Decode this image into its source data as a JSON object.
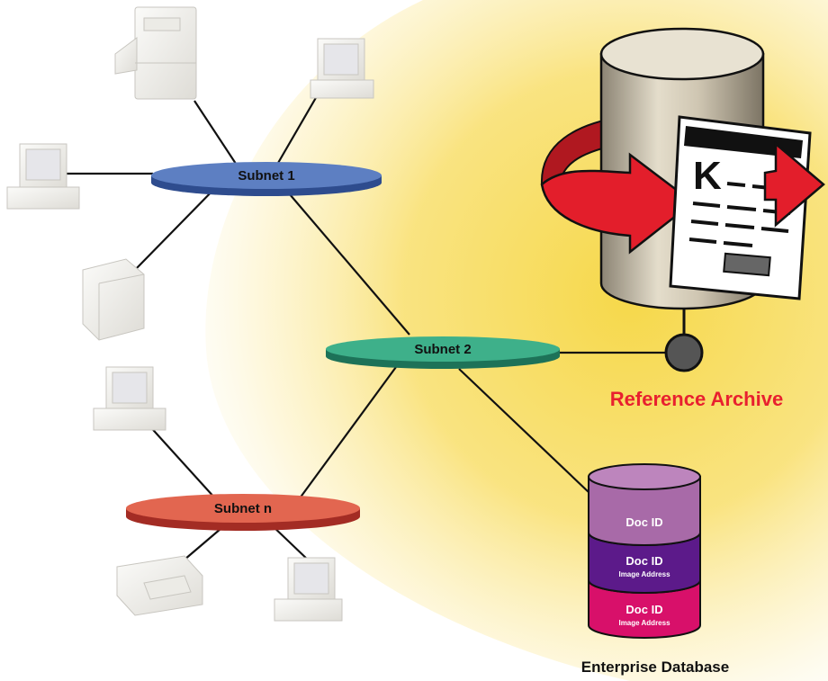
{
  "subnets": [
    {
      "label": "Subnet 1"
    },
    {
      "label": "Subnet 2"
    },
    {
      "label": "Subnet n"
    }
  ],
  "archive": {
    "caption": "Reference Archive",
    "document_letter": "K"
  },
  "database": {
    "caption": "Enterprise Database",
    "segments": [
      {
        "label": "Doc ID",
        "sublabel": ""
      },
      {
        "label": "Doc ID",
        "sublabel": "Image Address"
      },
      {
        "label": "Doc ID",
        "sublabel": "Image Address"
      }
    ]
  },
  "colors": {
    "subnet_1": "#4a6bb0",
    "subnet_2": "#2a9a78",
    "subnet_n": "#d24a3e",
    "archive_arrow": "#e31e2b",
    "archive_caption": "#e8202f",
    "db_top": "#a86aa8",
    "db_middle": "#5c1a8a",
    "db_bottom": "#d8106a",
    "glow": "#f6d84a"
  },
  "devices": [
    {
      "kind": "large-printer-icon"
    },
    {
      "kind": "workstation-icon"
    },
    {
      "kind": "workstation-icon"
    },
    {
      "kind": "printer-icon"
    },
    {
      "kind": "workstation-icon"
    },
    {
      "kind": "inkjet-printer-icon"
    },
    {
      "kind": "workstation-icon"
    }
  ]
}
